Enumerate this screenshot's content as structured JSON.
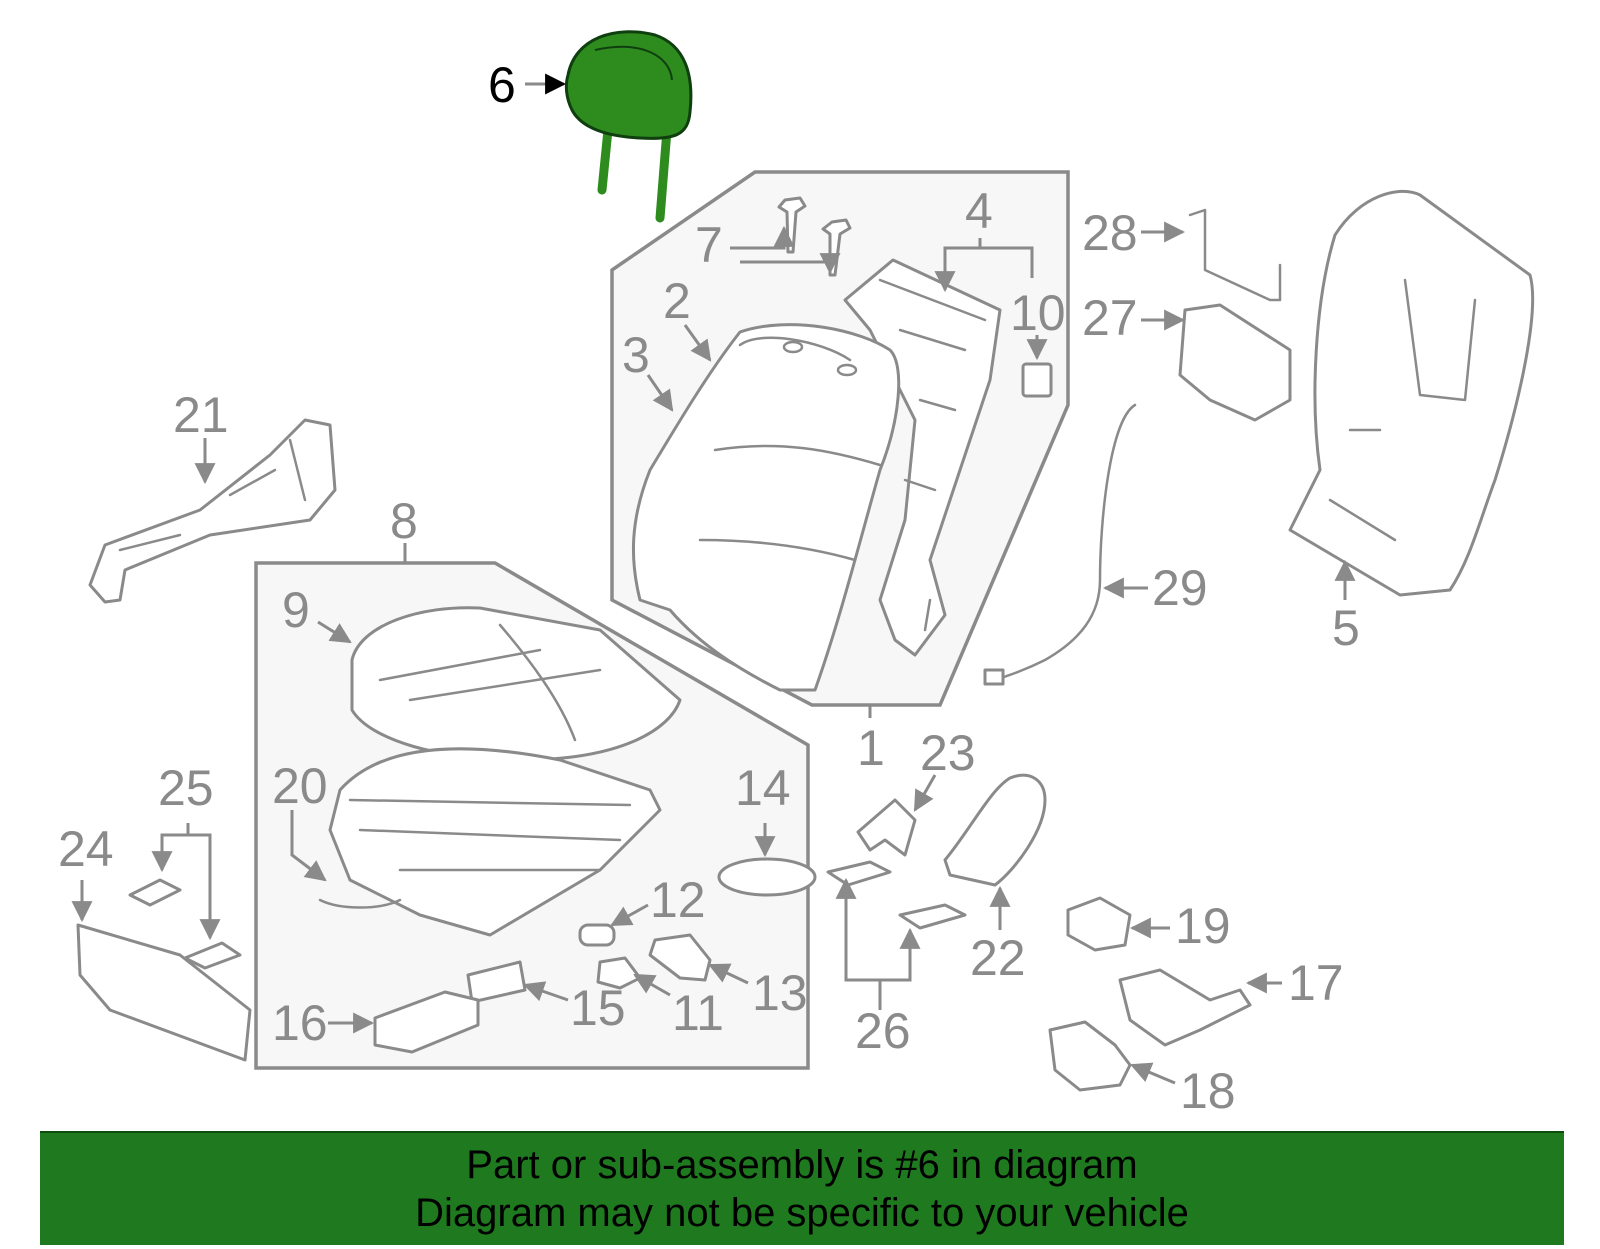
{
  "colors": {
    "highlight": "#2e8b1e",
    "highlight_dark": "#0f3f0f",
    "line": "#8a8a8a",
    "banner": "#1f7a1f",
    "group_fill": "#f7f7f7"
  },
  "highlighted_part": "6",
  "callouts": [
    "1",
    "2",
    "3",
    "4",
    "5",
    "6",
    "7",
    "8",
    "9",
    "10",
    "11",
    "12",
    "13",
    "14",
    "15",
    "16",
    "17",
    "18",
    "19",
    "20",
    "21",
    "22",
    "23",
    "24",
    "25",
    "26",
    "27",
    "28",
    "29"
  ],
  "banner": {
    "line1": "Part or sub-assembly is #6 in diagram",
    "line2": "Diagram may not be specific to your vehicle"
  }
}
